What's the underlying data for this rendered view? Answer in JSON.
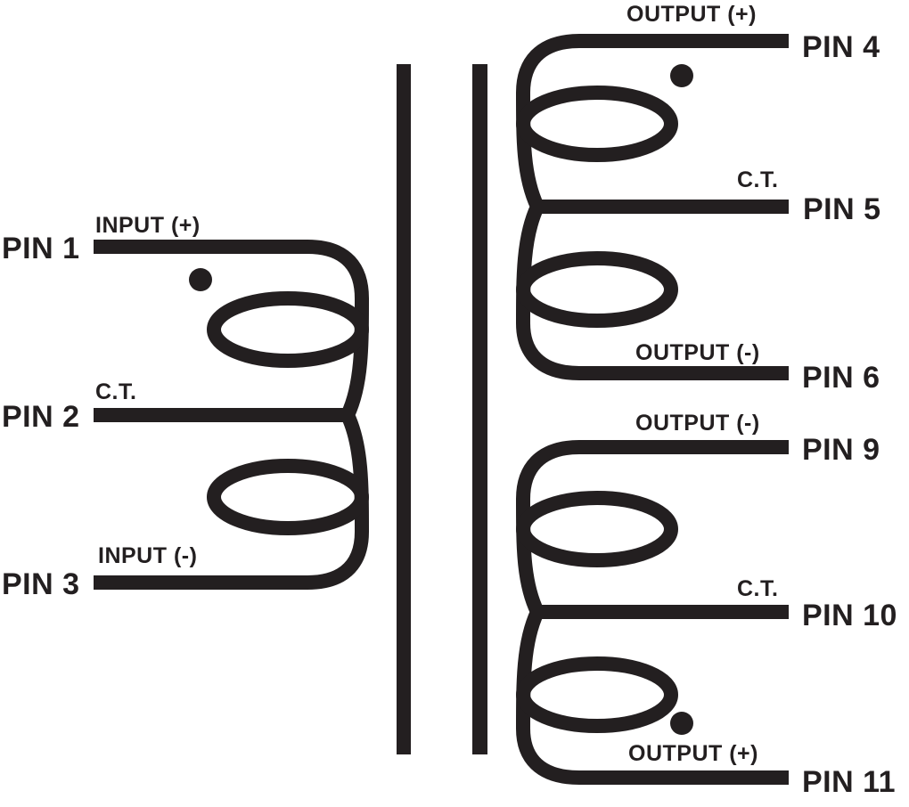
{
  "colors": {
    "ink": "#231f20",
    "background": "#ffffff"
  },
  "primary": {
    "pins": [
      {
        "pin": "PIN 1",
        "signal": "INPUT (+)"
      },
      {
        "pin": "PIN 2",
        "signal": "C.T."
      },
      {
        "pin": "PIN 3",
        "signal": "INPUT (-)"
      }
    ]
  },
  "secondary_top": {
    "pins": [
      {
        "pin": "PIN 4",
        "signal": "OUTPUT (+)"
      },
      {
        "pin": "PIN 5",
        "signal": "C.T."
      },
      {
        "pin": "PIN 6",
        "signal": "OUTPUT (-)"
      }
    ]
  },
  "secondary_bottom": {
    "pins": [
      {
        "pin": "PIN 9",
        "signal": "OUTPUT (-)"
      },
      {
        "pin": "PIN 10",
        "signal": "C.T."
      },
      {
        "pin": "PIN 11",
        "signal": "OUTPUT (+)"
      }
    ]
  }
}
